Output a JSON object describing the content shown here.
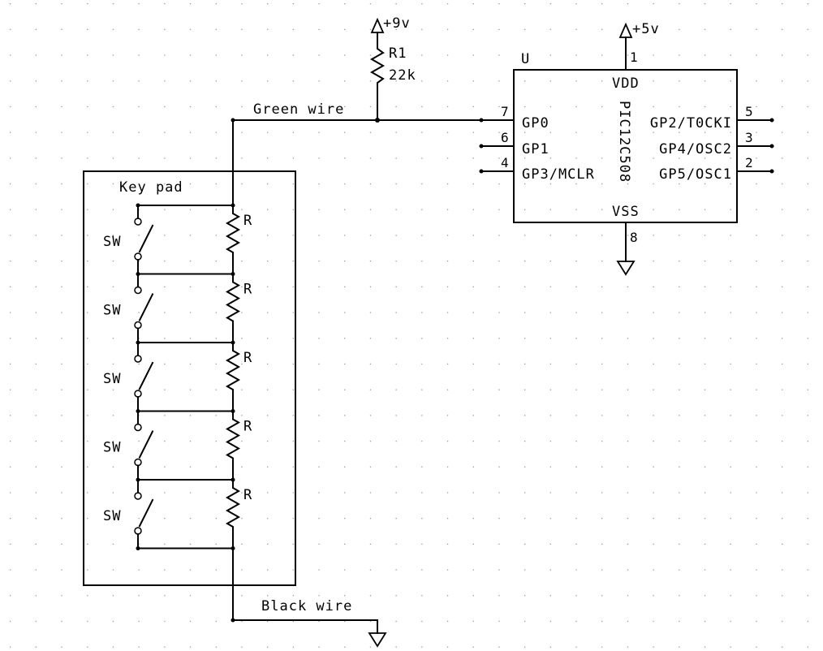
{
  "power": {
    "vcc9_label": "+9v",
    "vcc5_label": "+5v"
  },
  "r1": {
    "ref": "R1",
    "value": "22k"
  },
  "wires": {
    "green_label": "Green wire",
    "black_label": "Black wire"
  },
  "keypad": {
    "title": "Key pad",
    "rows": [
      {
        "switch_label": "SW",
        "resistor_label": "R"
      },
      {
        "switch_label": "SW",
        "resistor_label": "R"
      },
      {
        "switch_label": "SW",
        "resistor_label": "R"
      },
      {
        "switch_label": "SW",
        "resistor_label": "R"
      },
      {
        "switch_label": "SW",
        "resistor_label": "R"
      }
    ]
  },
  "ic": {
    "ref": "U",
    "part": "PIC12C508",
    "vdd_label": "VDD",
    "vss_label": "VSS",
    "vdd_pin": "1",
    "vss_pin": "8",
    "left_pins": [
      {
        "num": "7",
        "name": "GP0"
      },
      {
        "num": "6",
        "name": "GP1"
      },
      {
        "num": "4",
        "name": "GP3/MCLR"
      }
    ],
    "right_pins": [
      {
        "num": "5",
        "name": "GP2/T0CKI"
      },
      {
        "num": "3",
        "name": "GP4/OSC2"
      },
      {
        "num": "2",
        "name": "GP5/OSC1"
      }
    ]
  }
}
